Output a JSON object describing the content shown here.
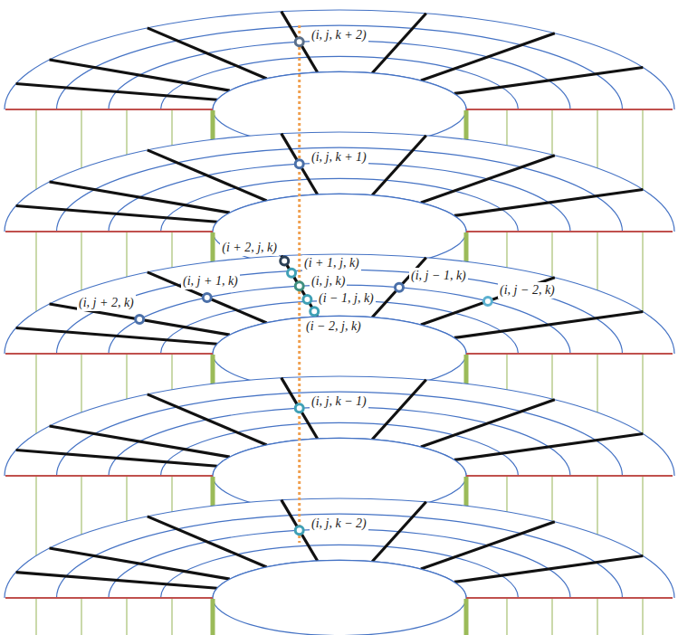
{
  "diagram": {
    "labels": [
      "(i, j, k + 2)",
      "(i, j, k + 1)",
      "(i + 2, j, k)",
      "(i + 1, j, k)",
      "(i, j, k)",
      "(i − 1, j, k)",
      "(i − 2, j, k)",
      "(i, j + 1, k)",
      "(i, j + 2, k)",
      "(i, j − 1, k)",
      "(i, j − 2, k)",
      "(i, j, k − 1)",
      "(i, j, k − 2)"
    ]
  }
}
